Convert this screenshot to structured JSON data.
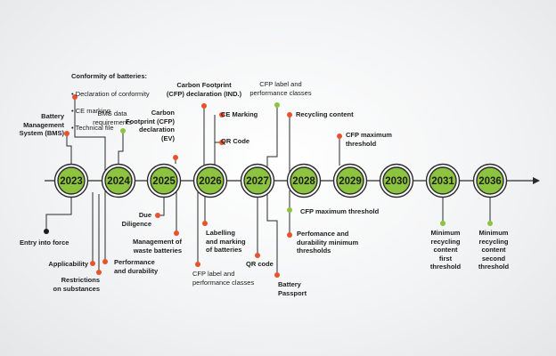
{
  "colors": {
    "line": "#2a2a2a",
    "node_fill": "#8cc43f",
    "node_ring": "#2b2b2b",
    "dot_red": "#e8522e",
    "dot_green": "#8cc43f",
    "dot_black": "#1a1a1a"
  },
  "years": [
    "2023",
    "2024",
    "2025",
    "2026",
    "2027",
    "2028",
    "2029",
    "2030",
    "2031",
    "2036"
  ],
  "labels": {
    "bms": "Battery\nManagement\nSystem (BMS)",
    "conformity_title": "Conformity of batteries:",
    "conformity_items": [
      "Declaration of conformity",
      "CE marking",
      "Technical file"
    ],
    "bms_data": "BMS data\nrequirements",
    "cfp_ev": "Carbon\nFootprint (CFP)\ndeclaration (EV)",
    "cfp_ind": "Carbon Footprint\n(CFP)  declaration (IND.)",
    "ce_marking": "CE Marking",
    "qr_top": "QR Code",
    "cfp_label_perf_top": "CFP label and\nperformance classes",
    "recycling_content": "Recycling content",
    "cfp_max_top": "CFP maximum\nthreshold",
    "entry_into_force": "Entry into force",
    "applicability": "Applicability",
    "restrictions": "Restrictions\non substances",
    "perf_durability": "Performance\nand durability",
    "due_diligence": "Due\nDiligence",
    "waste_batteries": "Management of\nwaste batteries",
    "labelling": "Labelling\nand marking\nof batteries",
    "cfp_label_perf_bottom": "CFP label and\nperformance classes",
    "qr_bottom": "QR code",
    "passport": "Battery\nPassport",
    "perf_min": "Perfomance and\ndurability minimum\nthresholds",
    "cfp_max_bottom": "CFP maximum threshold",
    "min_recycling_first": "Minimum\nrecycling\ncontent\nfirst\nthreshold",
    "min_recycling_second": "Minimum\nrecycling\ncontent\nsecond\nthreshold"
  }
}
